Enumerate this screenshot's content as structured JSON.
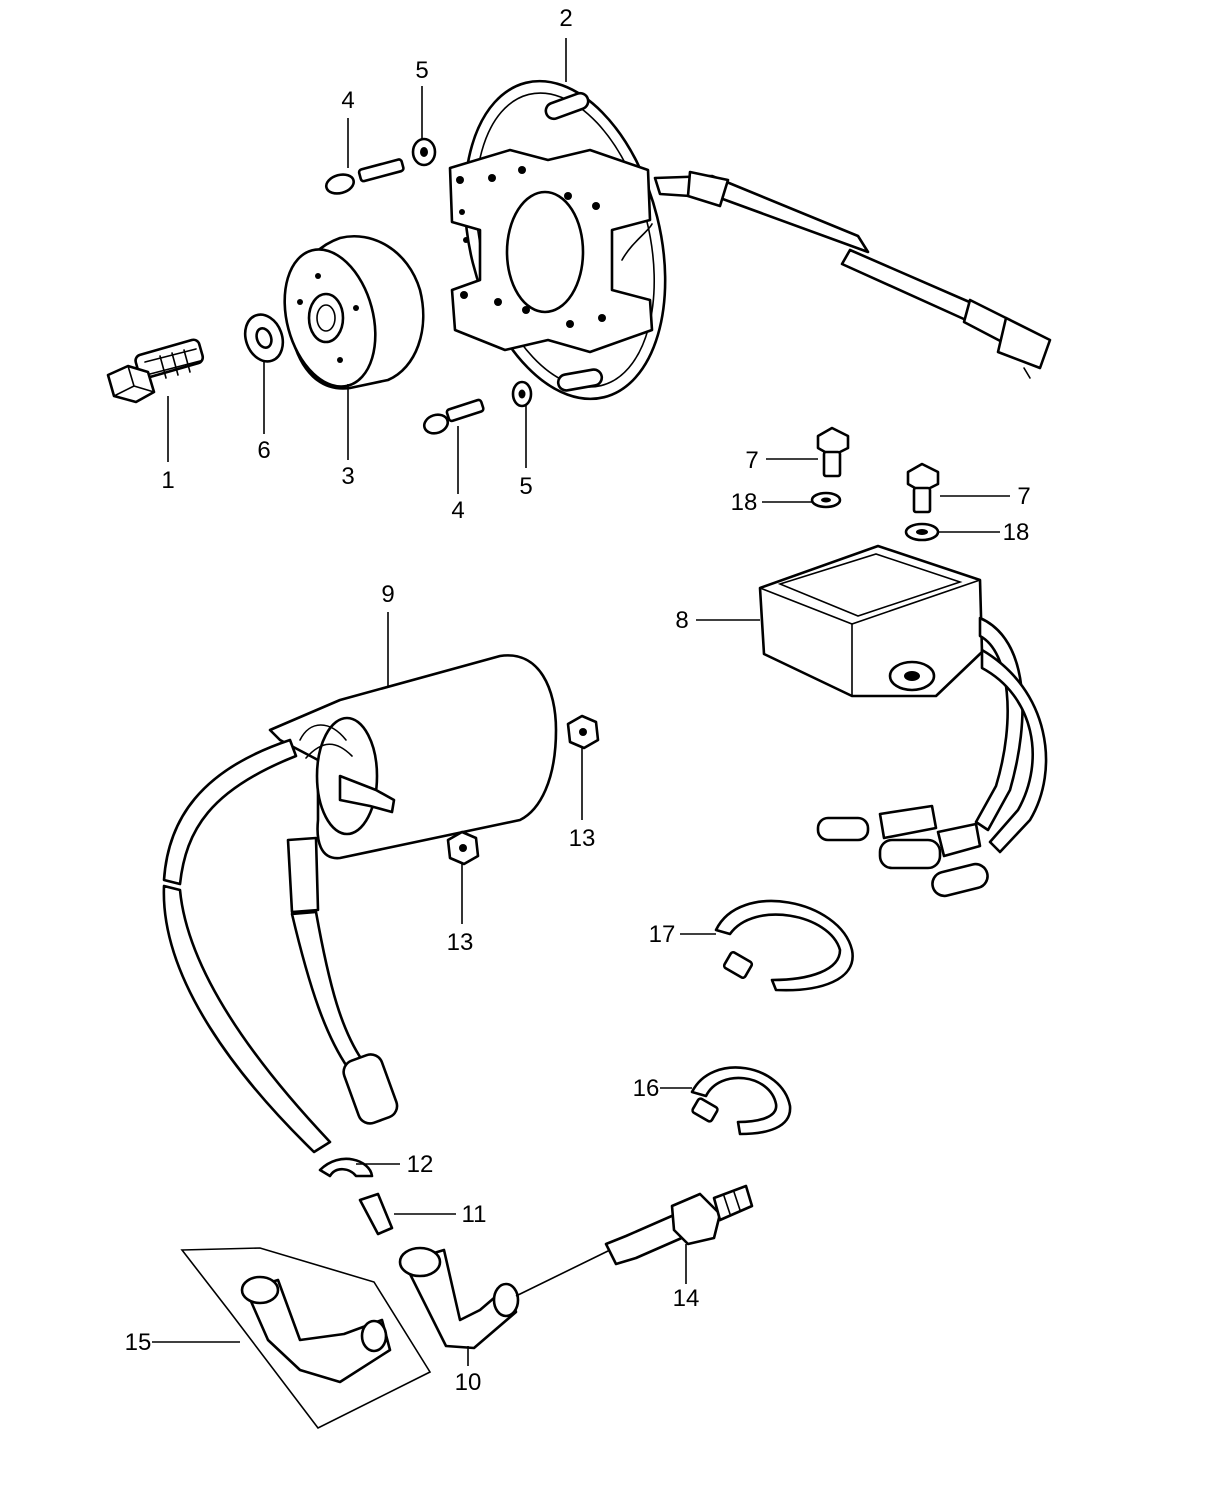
{
  "callouts": [
    "1",
    "2",
    "3",
    "4",
    "4",
    "5",
    "5",
    "6",
    "7",
    "7",
    "8",
    "9",
    "10",
    "11",
    "12",
    "13",
    "13",
    "14",
    "15",
    "16",
    "17",
    "18",
    "18"
  ]
}
